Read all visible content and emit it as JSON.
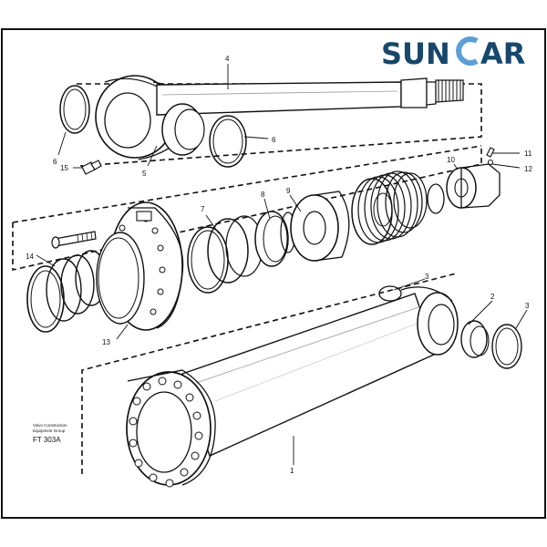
{
  "brand": {
    "logo_text_1": "SUN",
    "logo_text_2": "AR",
    "logo_color": "#17476b",
    "logo_accent": "#5b9fd6"
  },
  "caption": {
    "line1": "Volvo Construction",
    "line2": "Equipment Group",
    "code": "FT 303A"
  },
  "callouts": {
    "c1": "1",
    "c2": "2",
    "c3a": "3",
    "c3b": "3",
    "c4": "4",
    "c5": "5",
    "c6a": "6",
    "c6b": "6",
    "c7": "7",
    "c8": "8",
    "c9": "9",
    "c10": "10",
    "c11": "11",
    "c12": "12",
    "c13": "13",
    "c14": "14",
    "c15": "15"
  }
}
